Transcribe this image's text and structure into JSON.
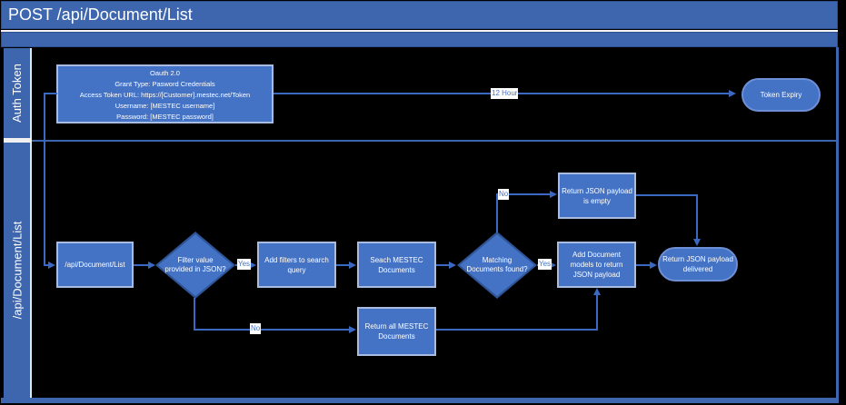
{
  "title": "POST /api/Document/List",
  "lanes": [
    {
      "label": "Auth Token"
    },
    {
      "label": "/api/Document/List"
    }
  ],
  "nodes": {
    "oauth": {
      "text": "Oauth 2.0\nGrant Type: Pasword Credentials\nAccess Token URL: https://[Customer].mestec.net/Token\nUsername: [MESTEC username]\nPassword: [MESTEC password]"
    },
    "token_expiry": {
      "label": "Token Expiry"
    },
    "api_endpoint": {
      "label": "/api/Document/List"
    },
    "filter_decision": {
      "label": "Filter value provided in JSON?"
    },
    "add_filters": {
      "label": "Add filters to search query"
    },
    "search_documents": {
      "label": "Seach MESTEC Documents"
    },
    "matching_decision": {
      "label": "Matching Documents found?"
    },
    "return_empty": {
      "label": "Return JSON payload is empty"
    },
    "add_models": {
      "label": "Add Document models to return JSON payload"
    },
    "return_delivered": {
      "label": "Return JSON payload delivered"
    },
    "return_all": {
      "label": "Return all MESTEC Documents"
    }
  },
  "edge_labels": {
    "token_expiry_duration": "12 Hour",
    "filter_yes": "Yes",
    "filter_no": "No",
    "matching_yes": "Yes",
    "matching_no": "No"
  },
  "colors": {
    "accent_blue": "#3e66ae",
    "shape_fill": "#4472c4",
    "shape_border": "#a9bce0",
    "decision_border": "#2f5597",
    "terminator_border": "#6c8fd6",
    "connector": "#3b69c1",
    "canvas_background": "#000000",
    "edge_label_text": "#4472c4"
  }
}
